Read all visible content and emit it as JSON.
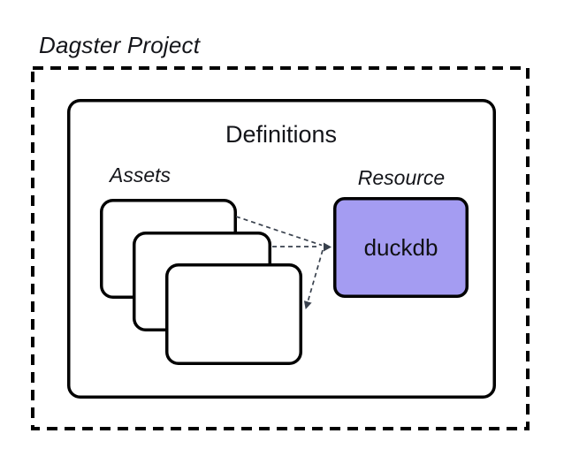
{
  "diagram": {
    "title": "Dagster Project",
    "definitions_label": "Definitions",
    "assets_label": "Assets",
    "resource_label": "Resource",
    "resource_name": "duckdb",
    "asset_card_count": 3
  },
  "colors": {
    "background": "#ffffff",
    "outline": "#000000",
    "box_fill": "#ffffff",
    "resource_fill": "#a49cf2",
    "connector": "#39414d",
    "text": "#14151a"
  }
}
